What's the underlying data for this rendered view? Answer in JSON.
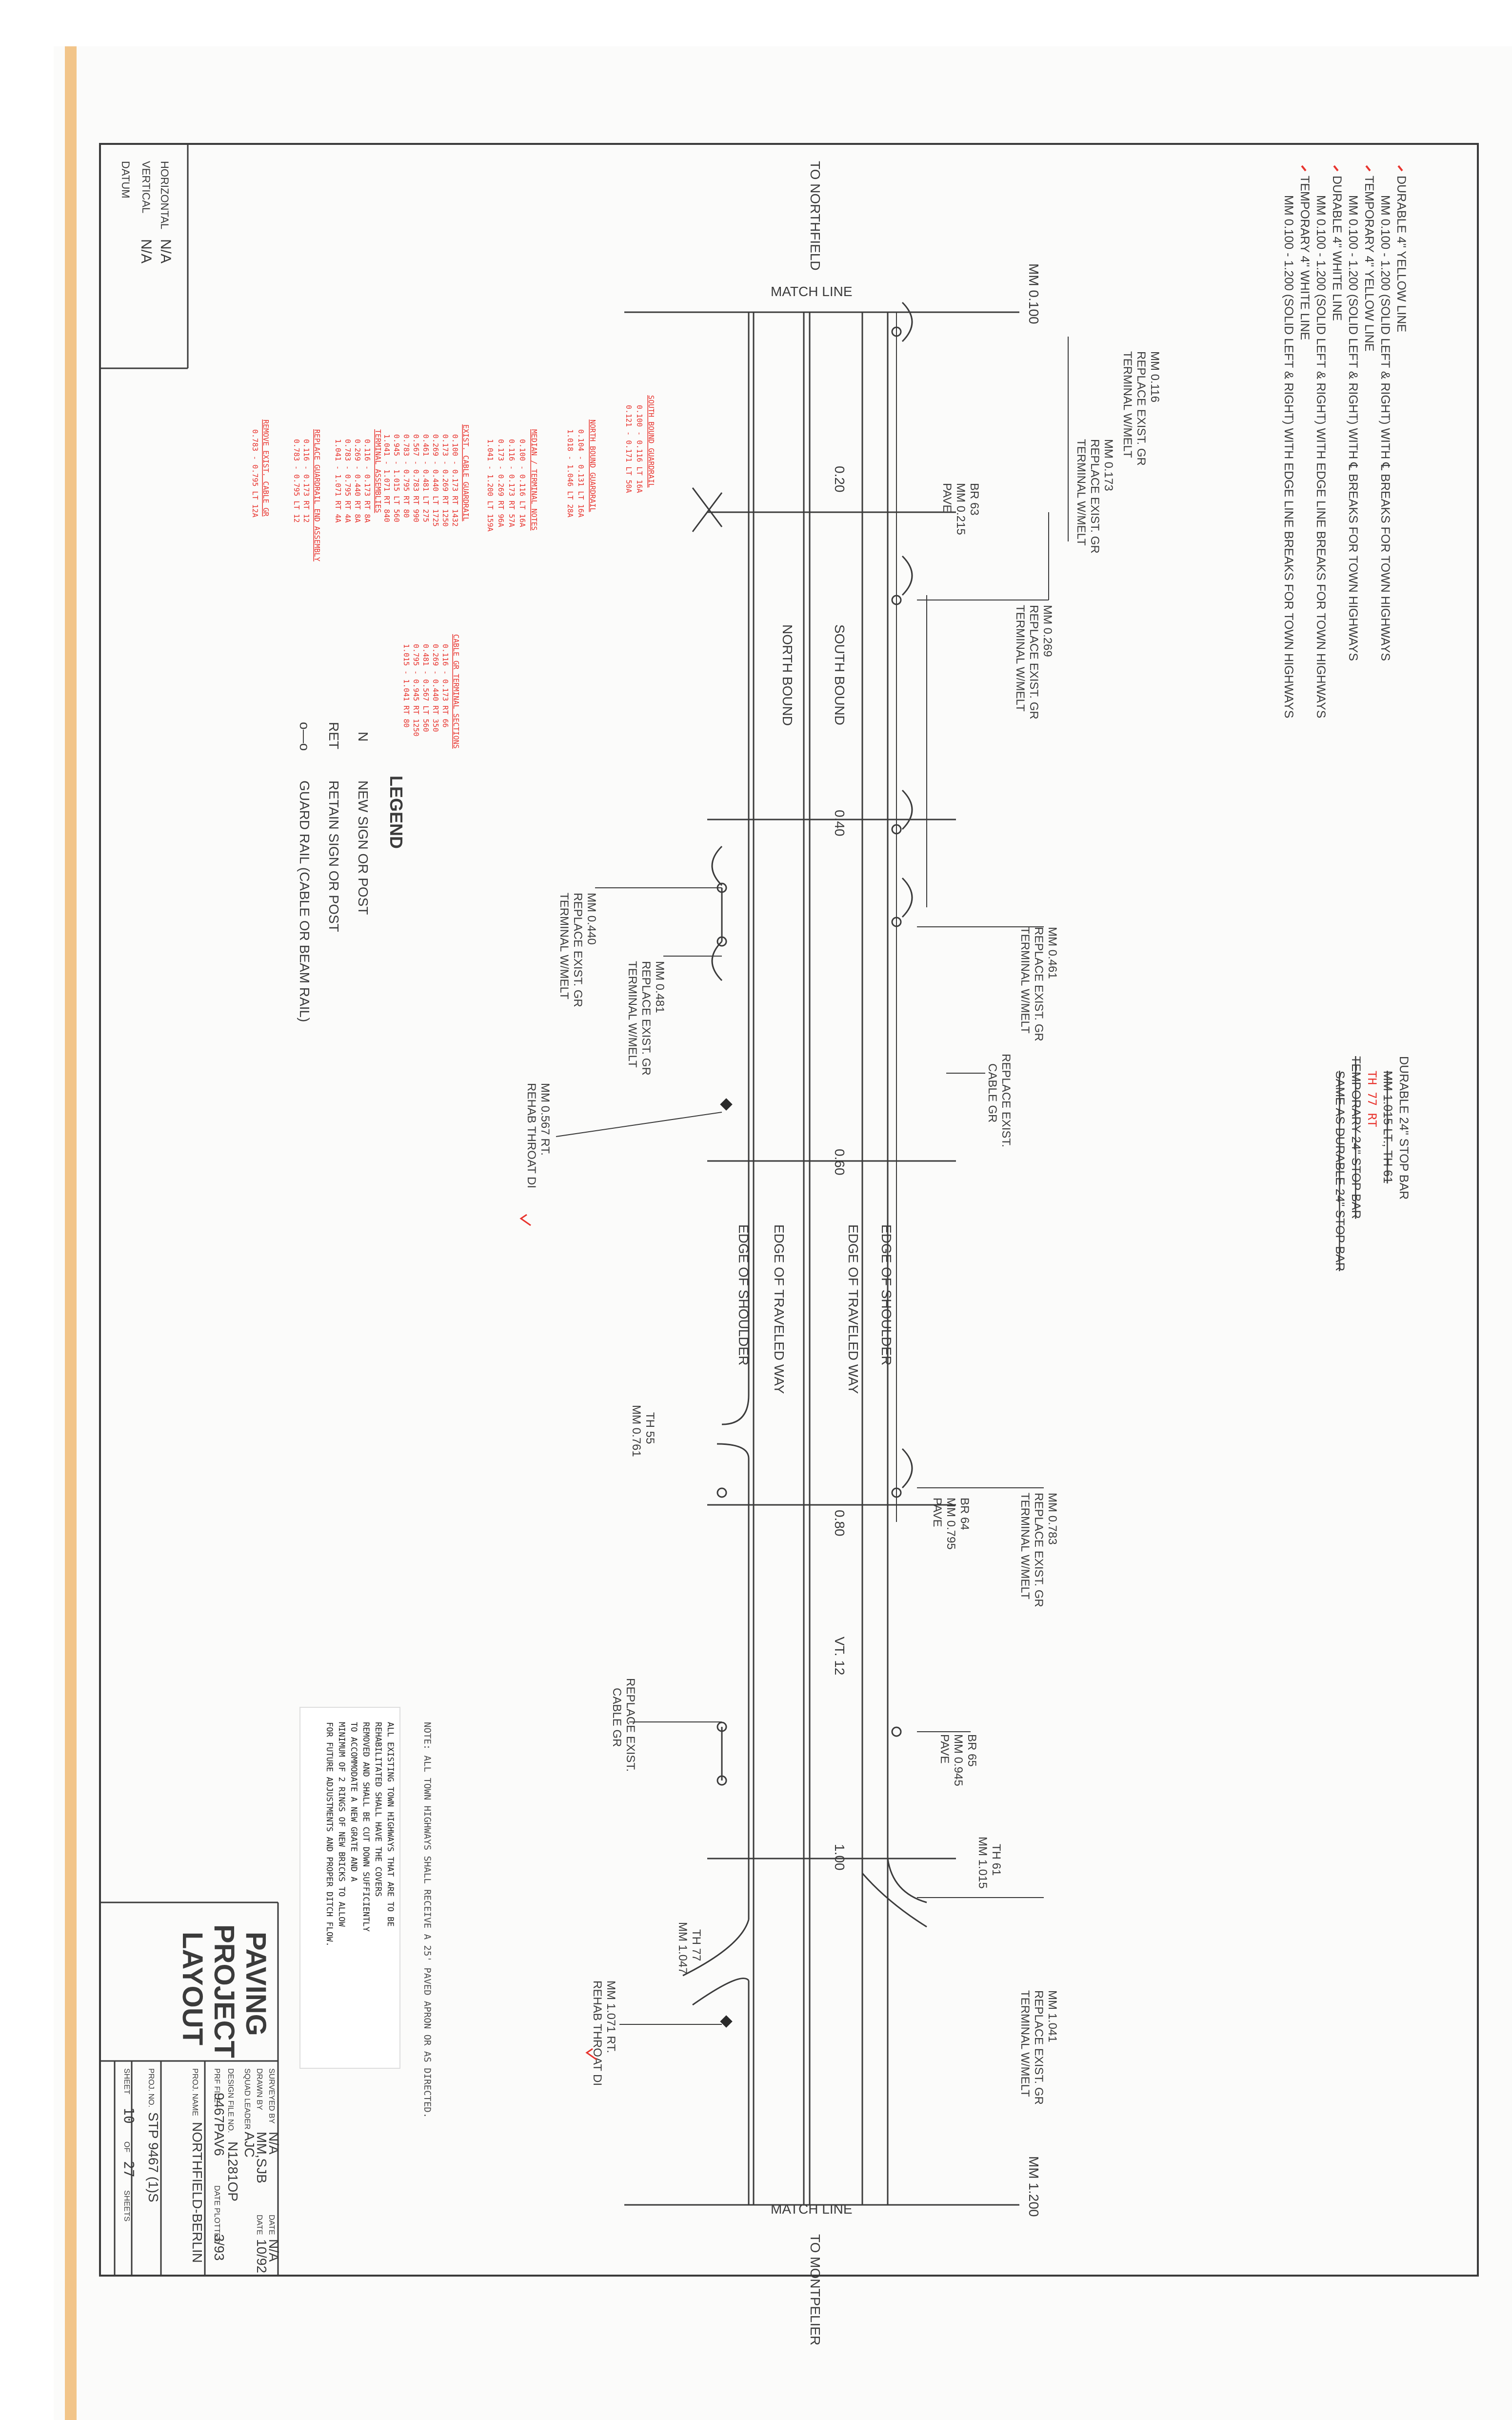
{
  "colors": {
    "paper": "#fbfbfa",
    "ink": "#3b3b3b",
    "markup": "#e8342e",
    "tape": "#f2c58a",
    "note_bg": "#ffffff"
  },
  "general_notes": [
    "DURABLE 4\" YELLOW LINE",
    "MM 0.100 - 1.200 (SOLID LEFT & RIGHT) WITH ℄ BREAKS FOR TOWN HIGHWAYS",
    "TEMPORARY 4\" YELLOW LINE",
    "MM 0.100 - 1.200 (SOLID LEFT & RIGHT) WITH ℄ BREAKS FOR TOWN HIGHWAYS",
    "DURABLE 4\" WHITE LINE",
    "MM 0.100 - 1.200 (SOLID LEFT & RIGHT) WITH EDGE LINE BREAKS FOR TOWN HIGHWAYS",
    "TEMPORARY 4\" WHITE LINE",
    "MM 0.100 - 1.200 (SOLID LEFT & RIGHT) WITH EDGE LINE BREAKS FOR TOWN HIGHWAYS"
  ],
  "stop_bar": {
    "durable": "DURABLE 24\" STOP BAR",
    "mm": "MM 1.015 LT., TH 61",
    "markup": "TH 77   RT",
    "temporary": "TEMPORARY 24\" STOP BAR",
    "same_as": "SAME AS DURABLE 24\" STOP BAR"
  },
  "datum": {
    "title": "DATUM",
    "vertical_label": "VERTICAL",
    "vertical_value": "N/A",
    "horizontal_label": "HORIZONTAL",
    "horizontal_value": "N/A"
  },
  "directions": {
    "north": "TO NORTHFIELD",
    "south": "TO MONTPELIER",
    "match_line": "MATCH LINE"
  },
  "mileposts": {
    "start": "MM 0.100",
    "end": "MM 1.200",
    "stations": [
      "0.20",
      "0.40",
      "0.60",
      "0.80",
      "1.00"
    ]
  },
  "road_labels": {
    "south_bound": "SOUTH BOUND",
    "north_bound": "NORTH BOUND",
    "edge_shoulder_top": "EDGE OF SHOULDER",
    "edge_traveled_top": "EDGE OF TRAVELED WAY",
    "edge_traveled_bottom": "EDGE OF TRAVELED WAY",
    "edge_shoulder_bottom": "EDGE OF SHOULDER",
    "route": "VT. 12"
  },
  "callouts": [
    {
      "mm": "MM 0.116",
      "text1": "REPLACE EXIST. GR",
      "text2": "TERMINAL W/MELT"
    },
    {
      "mm": "MM 0.173",
      "text1": "REPLACE EXIST. GR",
      "text2": "TERMINAL W/MELT"
    },
    {
      "mm": "BR 63",
      "text1": "MM 0.215",
      "text2": "PAVE"
    },
    {
      "mm": "MM 0.269",
      "text1": "REPLACE EXIST. GR",
      "text2": "TERMINAL W/MELT"
    },
    {
      "mm": "MM 0.461",
      "text1": "REPLACE EXIST. GR",
      "text2": "TERMINAL W/MELT"
    },
    {
      "mm": "REPLACE EXIST.",
      "text1": "CABLE GR",
      "text2": ""
    },
    {
      "mm": "MM 0.440",
      "text1": "REPLACE EXIST. GR",
      "text2": "TERMINAL W/MELT"
    },
    {
      "mm": "MM 0.481",
      "text1": "REPLACE EXIST. GR",
      "text2": "TERMINAL W/MELT"
    },
    {
      "mm": "MM 0.567 RT.",
      "text1": "REHAB THROAT DI",
      "text2": ""
    },
    {
      "mm": "TH 55",
      "text1": "MM 0.761",
      "text2": ""
    },
    {
      "mm": "MM 0.783",
      "text1": "REPLACE EXIST. GR",
      "text2": "TERMINAL W/MELT"
    },
    {
      "mm": "BR 64",
      "text1": "MM 0.795",
      "text2": "PAVE"
    },
    {
      "mm": "REPLACE EXIST.",
      "text1": "CABLE GR",
      "text2": ""
    },
    {
      "mm": "BR 65",
      "text1": "MM 0.945",
      "text2": "PAVE"
    },
    {
      "mm": "TH 61",
      "text1": "MM 1.015",
      "text2": ""
    },
    {
      "mm": "TH 77",
      "text1": "MM 1.047",
      "text2": ""
    },
    {
      "mm": "MM 1.041",
      "text1": "REPLACE EXIST. GR",
      "text2": "TERMINAL W/MELT"
    },
    {
      "mm": "MM 1.071 RT.",
      "text1": "REHAB THROAT DI",
      "text2": ""
    }
  ],
  "legend": {
    "title": "LEGEND",
    "items": [
      {
        "symbol": "N",
        "text": "NEW SIGN OR POST"
      },
      {
        "symbol": "RET",
        "text": "RETAIN SIGN OR POST"
      },
      {
        "symbol": "o—o",
        "text": "GUARD RAIL (CABLE OR BEAM RAIL)"
      }
    ]
  },
  "markup_notes": [
    {
      "title": "SOUTH BOUND GUARDRAIL",
      "lines": [
        "0.100 - 0.116 LT  16A",
        "0.121 - 0.171 LT  50A"
      ]
    },
    {
      "title": "NORTH BOUND GUARDRAIL",
      "lines": [
        "0.104 - 0.131 LT  16A",
        "1.018 - 1.046 LT  28A"
      ]
    },
    {
      "title": "MEDIAN / TERMINAL NOTES",
      "lines": [
        "0.100 - 0.116 LT  16A",
        "0.116 - 0.173 RT  57A",
        "0.173 - 0.269 RT  96A",
        "1.041 - 1.200 LT  159A"
      ]
    },
    {
      "title": "EXIST. CABLE GUARDRAIL",
      "lines": [
        "0.100 - 0.173 RT  1432",
        "0.173 - 0.269 RT  1250",
        "0.269 - 0.440 LT  1725",
        "0.461 - 0.481 LT  275",
        "0.567 - 0.783 RT  990",
        "0.783 - 0.795 RT  80",
        "0.945 - 1.015 LT  560",
        "1.041 - 1.071 RT  840"
      ]
    },
    {
      "title": "CABLE GR TERMINAL SECTIONS",
      "lines": [
        "0.116 - 0.173 RT  66",
        "0.269 - 0.440 RT  350",
        "0.481 - 0.567 LT  560",
        "0.795 - 0.945 RT  1250",
        "1.015 - 1.041 RT  80"
      ]
    },
    {
      "title": "TERMINAL ASSEMBLIES",
      "lines": [
        "0.116 - 0.173 RT  8A",
        "0.269 - 0.440 RT  8A",
        "0.783 - 0.795 RT  4A",
        "1.041 - 1.071 RT  4A"
      ]
    },
    {
      "title": "REPLACE GUARDRAIL END ASSEMBLY",
      "lines": [
        "0.116 - 0.173 RT  12",
        "0.783 - 0.795 LT  12"
      ]
    },
    {
      "title": "REMOVE EXIST. CABLE GR",
      "lines": [
        "0.783 - 0.795 LT  12A"
      ]
    }
  ],
  "note_box": {
    "text": [
      "ALL EXISTING TOWN HIGHWAYS THAT ARE TO BE",
      "REHABILITATED SHALL HAVE THE COVERS",
      "REMOVED AND SHALL BE CUT DOWN SUFFICIENTLY",
      "TO ACCOMMODATE A NEW GRATE AND A",
      "MINIMUM OF 2 RINGS OF NEW BRICKS TO ALLOW",
      "FOR FUTURE ADJUSTMENTS AND PROPER DITCH FLOW."
    ],
    "handwritten": "NOTE: ALL TOWN HIGHWAYS SHALL RECEIVE A 25' PAVED APRON OR AS DIRECTED."
  },
  "title_block": {
    "title_lines": [
      "PAVING",
      "PROJECT",
      "LAYOUT"
    ],
    "surveyed_by_label": "SURVEYED BY",
    "surveyed_by": "N/A",
    "date_label": "DATE",
    "date1": "N/A",
    "drawn_by_label": "DRAWN BY",
    "drawn_by": "MM,SJB",
    "date2": "10/92",
    "squad_leader_label": "SQUAD LEADER",
    "squad_leader": "AJC",
    "design_file_label": "DESIGN FILE NO.",
    "design_file": "N1281OP",
    "prf_file_label": "PRF FILE",
    "prf_file": "9467PAV6",
    "plotted_label": "DATE PLOTTED",
    "plotted": "3/93",
    "proj_name_label": "PROJ. NAME",
    "proj_name": "NORTHFIELD-BERLIN",
    "proj_no_label": "PROJ. NO.",
    "proj_no": "STP 9467 (1)S",
    "sheet_label": "SHEET",
    "sheet_no": "10",
    "of_label": "OF",
    "sheet_total": "27",
    "sheets_label": "SHEETS"
  }
}
